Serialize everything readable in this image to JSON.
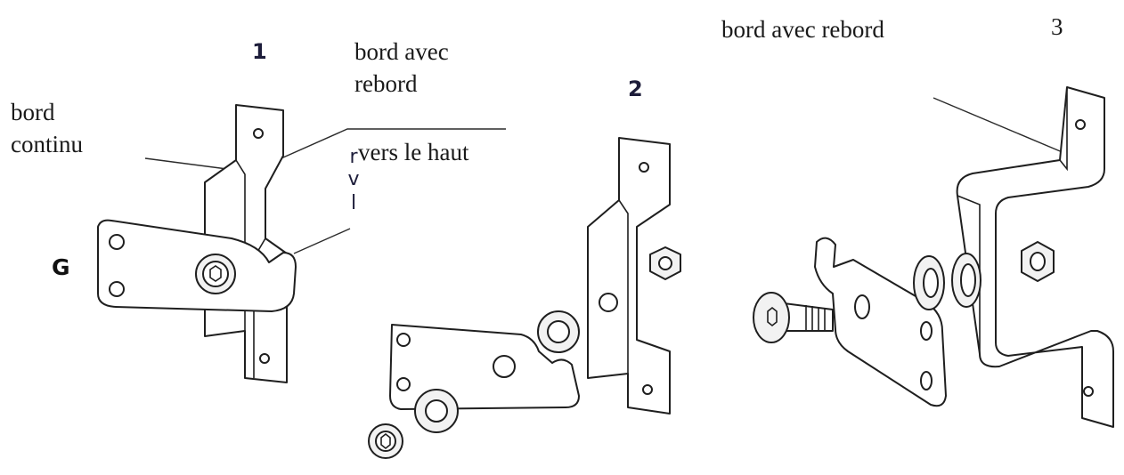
{
  "steps": [
    "1",
    "2",
    "3"
  ],
  "labels": {
    "bord_avec_rebord_1": "bord avec\nrebord",
    "bord_continu": "bord\ncontinu",
    "vers_le_haut": "vers le haut",
    "up_marker": [
      "r",
      "v",
      "l"
    ],
    "bord_avec_rebord_3": "bord avec rebord",
    "side_g": "G"
  }
}
